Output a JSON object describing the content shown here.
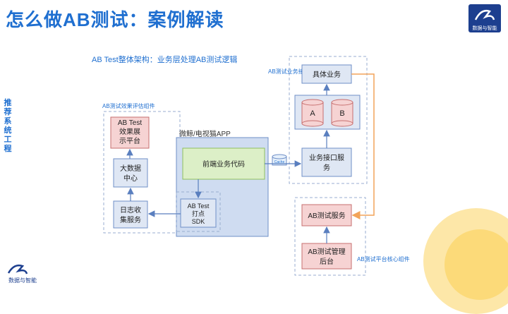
{
  "header": {
    "title": "怎么做AB测试：案例解读",
    "logo_text": "数据与智能"
  },
  "side_label": [
    "推",
    "荐",
    "系",
    "统",
    "工",
    "程"
  ],
  "diagram": {
    "heading": "AB Test整体架构：业务层处理AB测试逻辑",
    "groups": {
      "eval": "AB测试效果评估组件",
      "app": "微鲸/电视猫APP",
      "biz": "AB测试业务接入方实现",
      "platform": "AB测试平台核心组件"
    },
    "nodes": {
      "display": [
        "AB Test",
        "效果展",
        "示平台"
      ],
      "bigdata": [
        "大数据",
        "中心"
      ],
      "log": [
        "日志收",
        "集服务"
      ],
      "sdk": [
        "AB Test",
        "打点",
        "SDK"
      ],
      "frontend": "前端业务代码",
      "cache": "Cache",
      "specific": "具体业务",
      "a": "A",
      "b": "B",
      "api": [
        "业务接口服",
        "务"
      ],
      "abservice": "AB测试服务",
      "admin": [
        "AB测试管理",
        "后台"
      ]
    },
    "colors": {
      "blue_box": "#dfe7f4",
      "blue_border": "#6f8fc7",
      "red_box": "#f6d3d3",
      "red_border": "#c76f6f",
      "green_box": "#dcefc7",
      "green_border": "#8fbf5f",
      "app_box": "#cfdcf1",
      "orange_arrow": "#f2a45a"
    }
  }
}
